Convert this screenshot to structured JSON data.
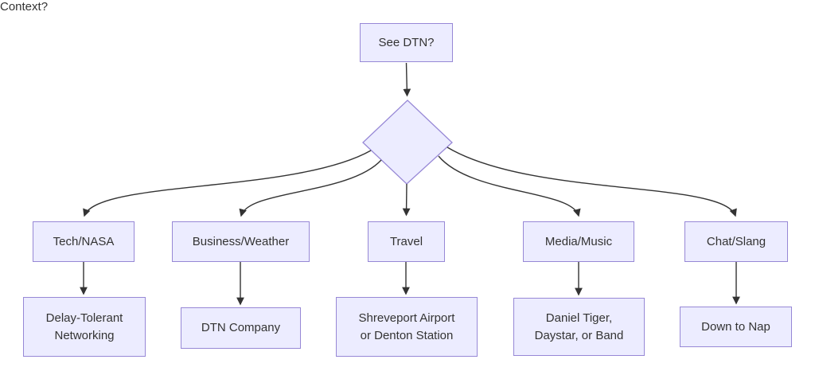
{
  "colors": {
    "node-fill": "#ECECFF",
    "node-border": "#9788d6",
    "edge-color": "#333333",
    "text-color": "#333333",
    "canvas-bg": "#FFFFFF"
  },
  "flowchart": {
    "root": {
      "label": "See DTN?"
    },
    "decision": {
      "label": "Context?"
    },
    "branches": [
      {
        "context": "Tech/NASA",
        "meaning": "Delay-Tolerant\nNetworking"
      },
      {
        "context": "Business/Weather",
        "meaning": "DTN Company"
      },
      {
        "context": "Travel",
        "meaning": "Shreveport Airport\nor Denton Station"
      },
      {
        "context": "Media/Music",
        "meaning": "Daniel Tiger,\nDaystar, or Band"
      },
      {
        "context": "Chat/Slang",
        "meaning": "Down to Nap"
      }
    ]
  }
}
